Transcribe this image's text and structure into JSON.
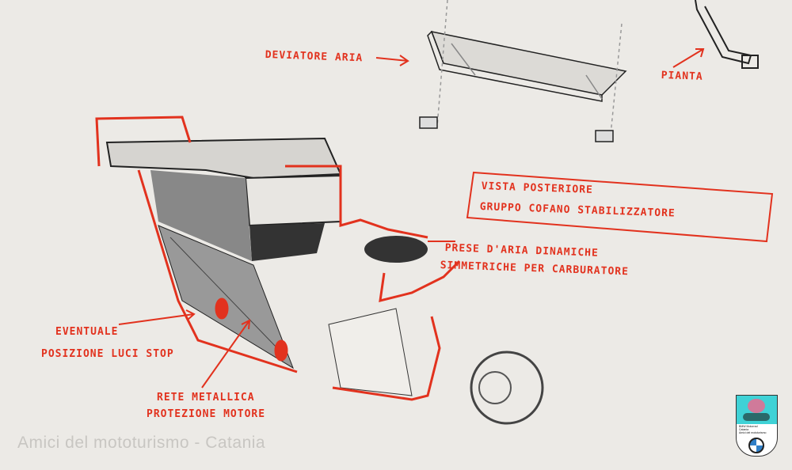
{
  "annotations": {
    "deviatore": "DEVIATORE ARIA",
    "pianta": "PIANTA",
    "vista_line1": "VISTA POSTERIORE",
    "vista_line2": "GRUPPO COFANO STABILIZZATORE",
    "prese_line1": "PRESE D'ARIA DINAMICHE",
    "prese_line2": "SIMMETRICHE PER CARBURATORE",
    "eventuale_line1": "EVENTUALE",
    "eventuale_line2": "POSIZIONE LUCI STOP",
    "rete_line1": "RETE METALLICA",
    "rete_line2": "PROTEZIONE MOTORE"
  },
  "watermark": "Amici del mototurismo - Catania",
  "logo": {
    "line1": "BMW Motorrad",
    "line2": "Catania",
    "line3": "Amici del mototurismo"
  },
  "colors": {
    "ink_red": "#e2321e",
    "paper": "#eceae6"
  }
}
